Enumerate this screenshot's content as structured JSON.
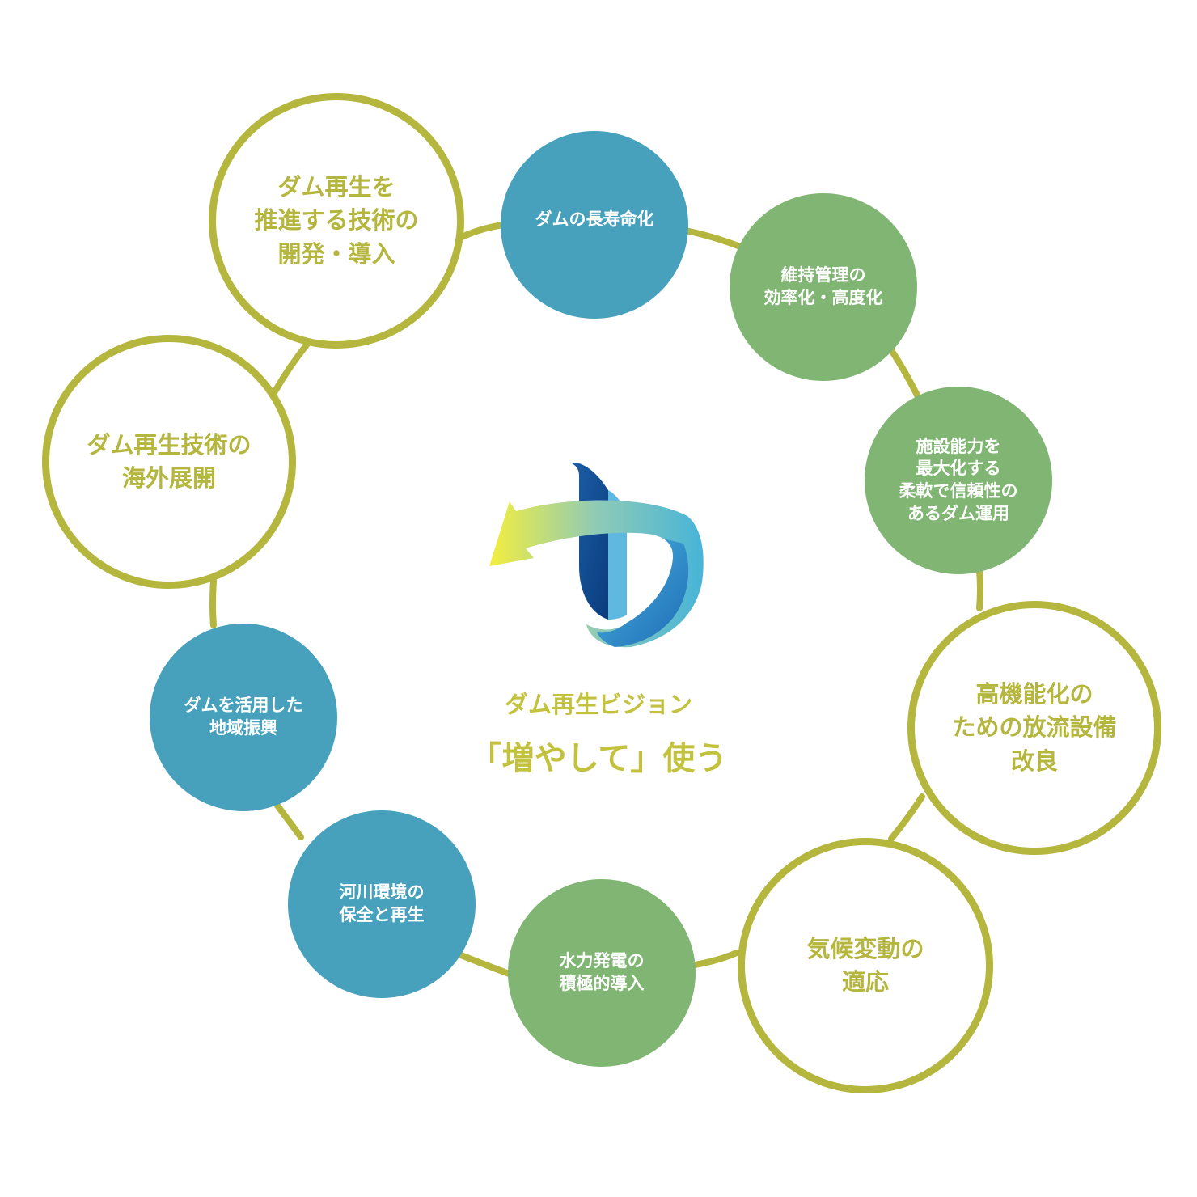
{
  "colors": {
    "ring": "#b5b63d",
    "blue_node": "#47a1bc",
    "green_node": "#80b573",
    "outline_text": "#b5b63d",
    "center_text": "#c3c23f"
  },
  "center": {
    "title": "ダム再生ビジョン",
    "slogan": "「増やして」使う",
    "logo_icon": "recycle-arrow-logo-icon"
  },
  "nodes": [
    {
      "style": "blue",
      "lines": [
        "ダムの長寿命化"
      ]
    },
    {
      "style": "green",
      "lines": [
        "維持管理の",
        "効率化・高度化"
      ]
    },
    {
      "style": "green",
      "lines": [
        "施設能力を",
        "最大化する",
        "柔軟で信頼性の",
        "あるダム運用"
      ]
    },
    {
      "style": "outline",
      "lines": [
        "高機能化の",
        "ための放流設備",
        "改良"
      ]
    },
    {
      "style": "outline",
      "lines": [
        "気候変動の",
        "適応"
      ]
    },
    {
      "style": "green",
      "lines": [
        "水力発電の",
        "積極的導入"
      ]
    },
    {
      "style": "blue",
      "lines": [
        "河川環境の",
        "保全と再生"
      ]
    },
    {
      "style": "blue",
      "lines": [
        "ダムを活用した",
        "地域振興"
      ]
    },
    {
      "style": "outline",
      "lines": [
        "ダム再生技術の",
        "海外展開"
      ]
    },
    {
      "style": "outline",
      "lines": [
        "ダム再生を",
        "推進する技術の",
        "開発・導入"
      ]
    }
  ]
}
